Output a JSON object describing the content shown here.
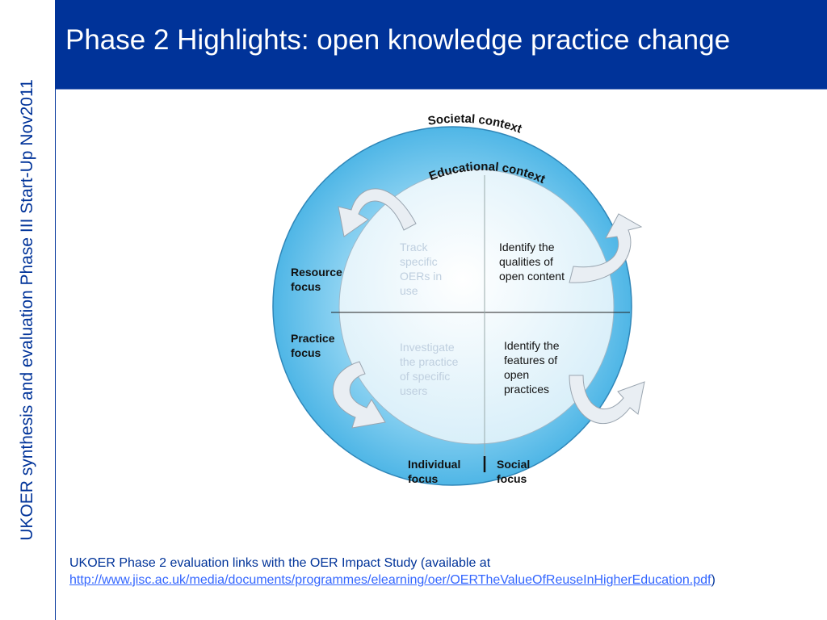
{
  "sidebar": {
    "text": "UKOER synthesis and evaluation Phase III Start-Up Nov2011"
  },
  "header": {
    "title": "Phase 2 Highlights: open knowledge practice change"
  },
  "diagram": {
    "outer_label": "Societal context",
    "inner_label": "Educational context",
    "quadrants": {
      "top_left": [
        "Track",
        "specific",
        "OERs in",
        "use"
      ],
      "top_right": [
        "Identify the",
        "qualities of",
        "open content"
      ],
      "bottom_left": [
        "Investigate",
        "the practice",
        "of specific",
        "users"
      ],
      "bottom_right": [
        "Identify the",
        "features of",
        "open",
        "practices"
      ]
    },
    "axis_labels": {
      "resource": [
        "Resource",
        "focus"
      ],
      "practice": [
        "Practice",
        "focus"
      ],
      "individual": [
        "Individual",
        "focus"
      ],
      "social": [
        "Social",
        "focus"
      ]
    },
    "colors": {
      "outer_ring": "#5bbde8",
      "inner_circle": "#eaf6fc",
      "arrow": "#e8eef4"
    }
  },
  "footer": {
    "text": "UKOER Phase 2 evaluation links with the OER Impact Study (available at",
    "link": "http://www.jisc.ac.uk/media/documents/programmes/elearning/oer/OERTheValueOfReuseInHigherEducation.pdf",
    "tail": ")"
  }
}
